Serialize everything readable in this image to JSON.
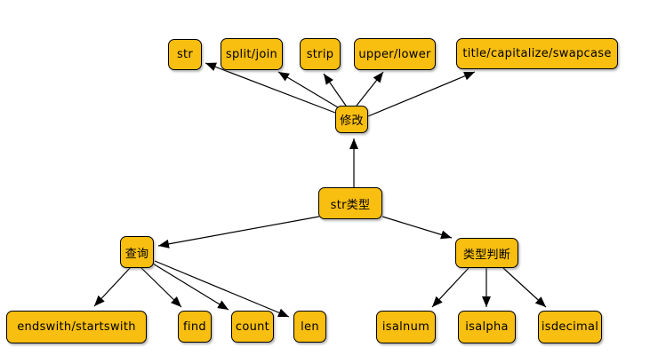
{
  "colors": {
    "background": "#ffffff",
    "node_fill": "#f8be10",
    "node_border": "#000000",
    "node_text": "#000000",
    "arrow": "#000000"
  },
  "nodes": {
    "str_type": {
      "label": "str类型"
    },
    "modify": {
      "label": "修改"
    },
    "query": {
      "label": "查询"
    },
    "type_judge": {
      "label": "类型判断"
    },
    "str": {
      "label": "str"
    },
    "split_join": {
      "label": "split/join"
    },
    "strip": {
      "label": "strip"
    },
    "upper_lower": {
      "label": "upper/lower"
    },
    "title_capitalize_swapcase": {
      "label": "title/capitalize/swapcase"
    },
    "endswith_startswith": {
      "label": "endswith/startswith"
    },
    "find": {
      "label": "find"
    },
    "count": {
      "label": "count"
    },
    "len": {
      "label": "len"
    },
    "isalnum": {
      "label": "isalnum"
    },
    "isalpha": {
      "label": "isalpha"
    },
    "isdecimal": {
      "label": "isdecimal"
    }
  },
  "edges": [
    {
      "from": "str_type",
      "to": "modify"
    },
    {
      "from": "modify",
      "to": "str"
    },
    {
      "from": "modify",
      "to": "split_join"
    },
    {
      "from": "modify",
      "to": "strip"
    },
    {
      "from": "modify",
      "to": "upper_lower"
    },
    {
      "from": "modify",
      "to": "title_capitalize_swapcase"
    },
    {
      "from": "str_type",
      "to": "query"
    },
    {
      "from": "str_type",
      "to": "type_judge"
    },
    {
      "from": "query",
      "to": "endswith_startswith"
    },
    {
      "from": "query",
      "to": "find"
    },
    {
      "from": "query",
      "to": "count"
    },
    {
      "from": "query",
      "to": "len"
    },
    {
      "from": "type_judge",
      "to": "isalnum"
    },
    {
      "from": "type_judge",
      "to": "isalpha"
    },
    {
      "from": "type_judge",
      "to": "isdecimal"
    }
  ]
}
